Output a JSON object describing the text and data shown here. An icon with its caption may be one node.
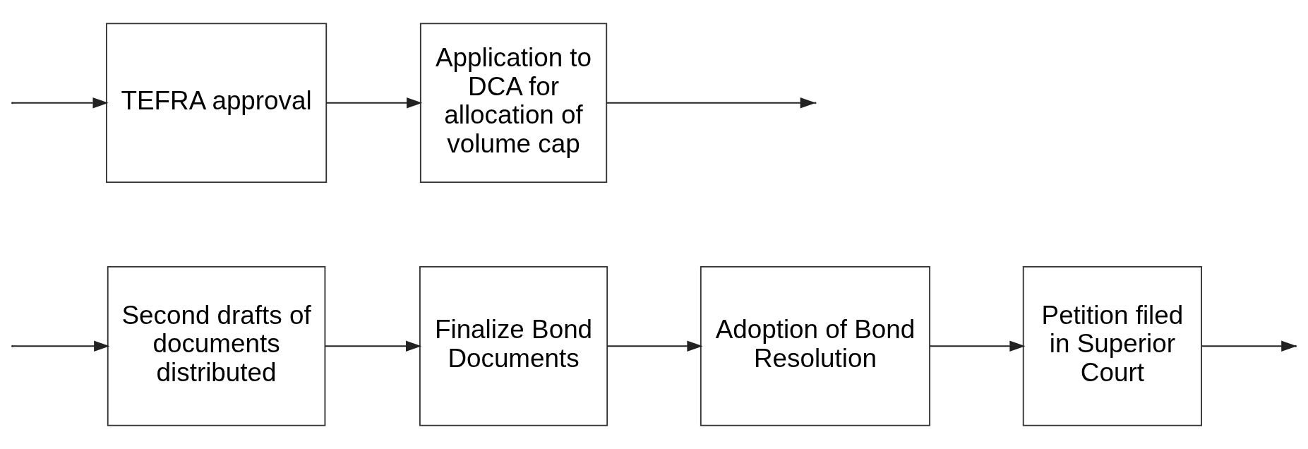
{
  "diagram": {
    "nodes": [
      {
        "text": [
          "Second drafts of documents distributed"
        ]
      },
      {
        "text": [
          "Finalize Bond Documents"
        ]
      },
      {
        "text": [
          "Adoption of Bond Resolution"
        ]
      },
      {
        "text": [
          "Petition filed in Superior Court"
        ]
      },
      {
        "text": [
          "TEFRA approval"
        ]
      },
      {
        "text": [
          "Application to DCA for allocation of volume cap"
        ]
      }
    ],
    "edges": [
      {
        "from": null,
        "to": 0,
        "arrow": "to"
      },
      {
        "from": 0,
        "to": 1,
        "arrow": "to"
      },
      {
        "from": 1,
        "to": 2,
        "arrow": "to"
      },
      {
        "from": 2,
        "to": 3,
        "arrow": "to"
      },
      {
        "from": 3,
        "to": null,
        "arrow": "to"
      },
      {
        "from": null,
        "to": 4,
        "arrow": "to"
      },
      {
        "from": 4,
        "to": 5,
        "arrow": "to"
      },
      {
        "from": 5,
        "to": null,
        "arrow": "to"
      }
    ]
  }
}
